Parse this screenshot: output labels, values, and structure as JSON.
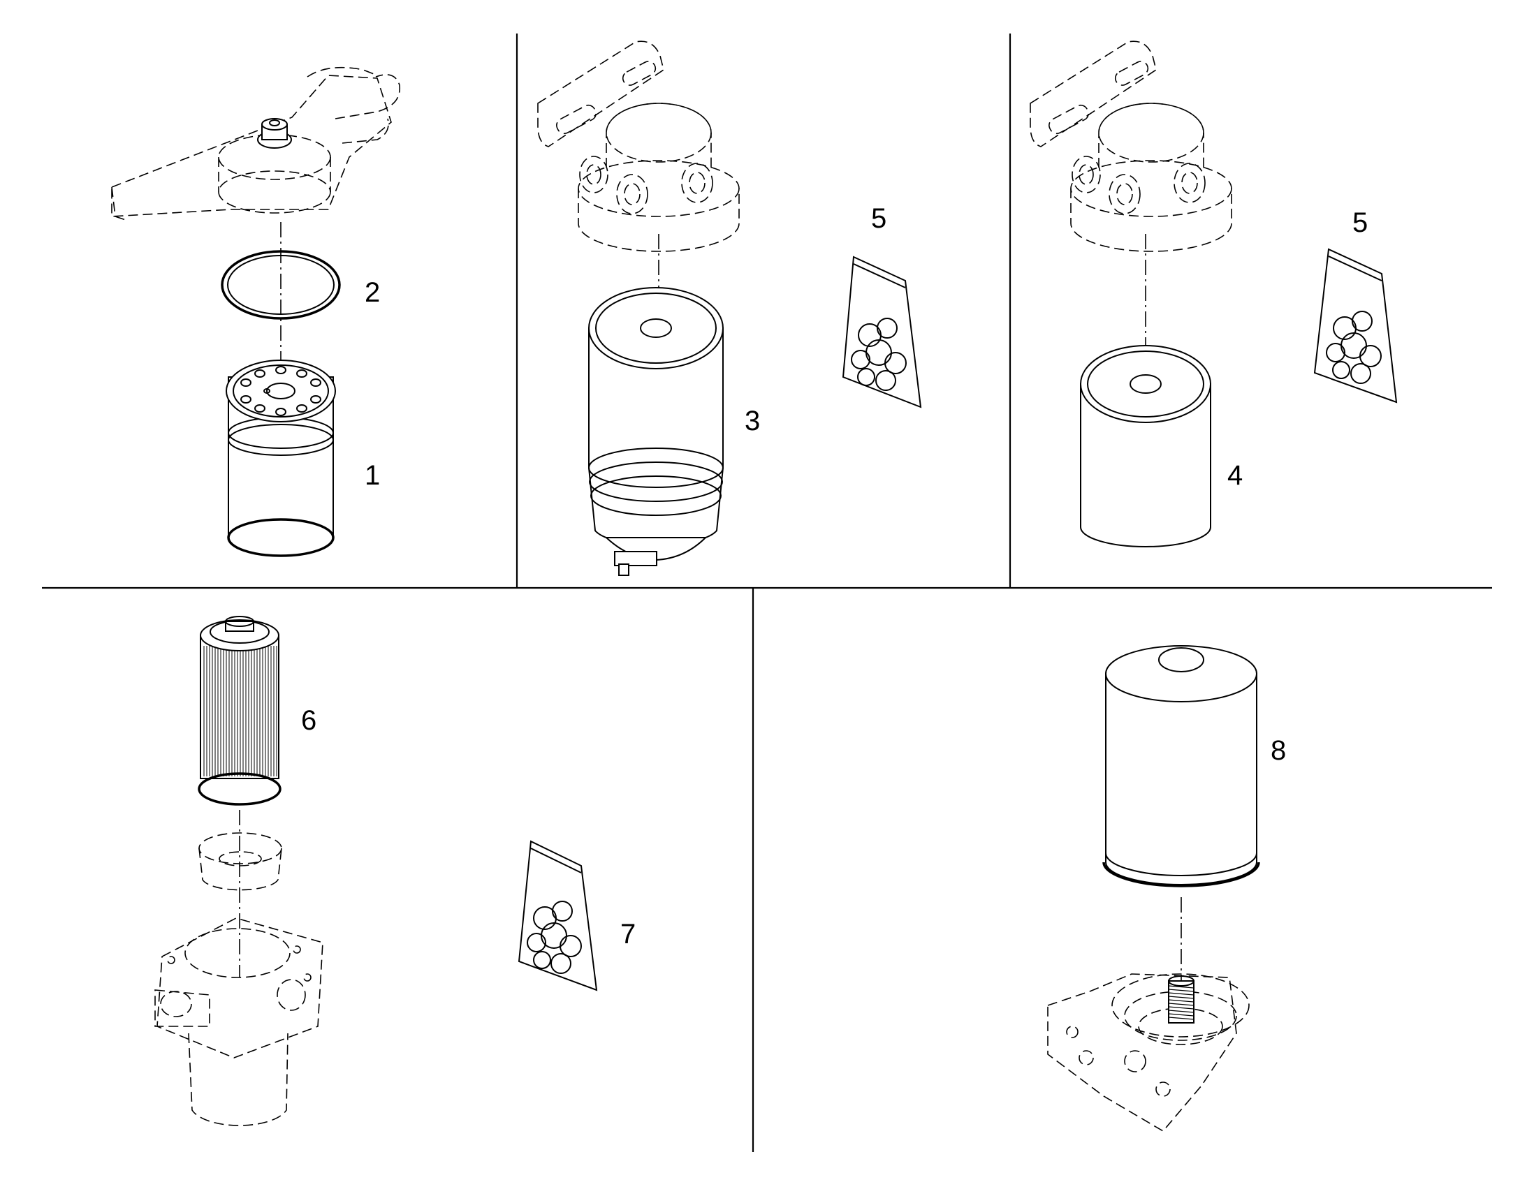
{
  "diagram": {
    "callouts": [
      {
        "id": "1",
        "label": "1"
      },
      {
        "id": "2",
        "label": "2"
      },
      {
        "id": "3",
        "label": "3"
      },
      {
        "id": "4",
        "label": "4"
      },
      {
        "id": "5a",
        "label": "5"
      },
      {
        "id": "5b",
        "label": "5"
      },
      {
        "id": "6",
        "label": "6"
      },
      {
        "id": "7",
        "label": "7"
      },
      {
        "id": "8",
        "label": "8"
      }
    ]
  }
}
